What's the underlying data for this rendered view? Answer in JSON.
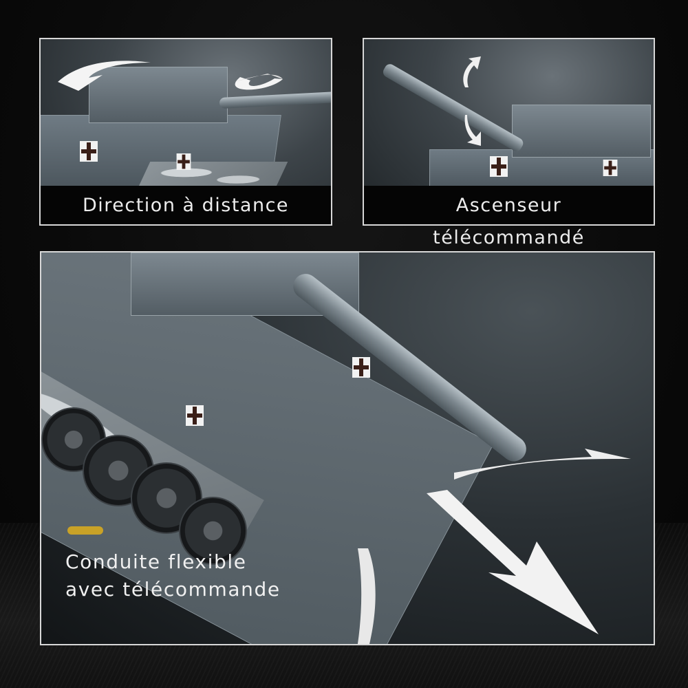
{
  "panels": [
    {
      "id": "turret-rotation",
      "caption": "Direction à distance",
      "icon": "rotate-arrows-icon"
    },
    {
      "id": "barrel-elevation",
      "caption_line1": "Ascenseur",
      "caption_line2": "télécommandé",
      "icon": "up-down-arrows-icon"
    },
    {
      "id": "flexible-driving",
      "caption_line1": "Conduite flexible",
      "caption_line2": "avec télécommande",
      "icon": "direction-arrows-icon",
      "accent_color": "#c9a227"
    }
  ],
  "colors": {
    "background": "#0a0a0a",
    "panel_border": "#d8d8d8",
    "caption_text": "#ececec",
    "accent": "#c9a227",
    "tank_grey": "#5b666d"
  }
}
